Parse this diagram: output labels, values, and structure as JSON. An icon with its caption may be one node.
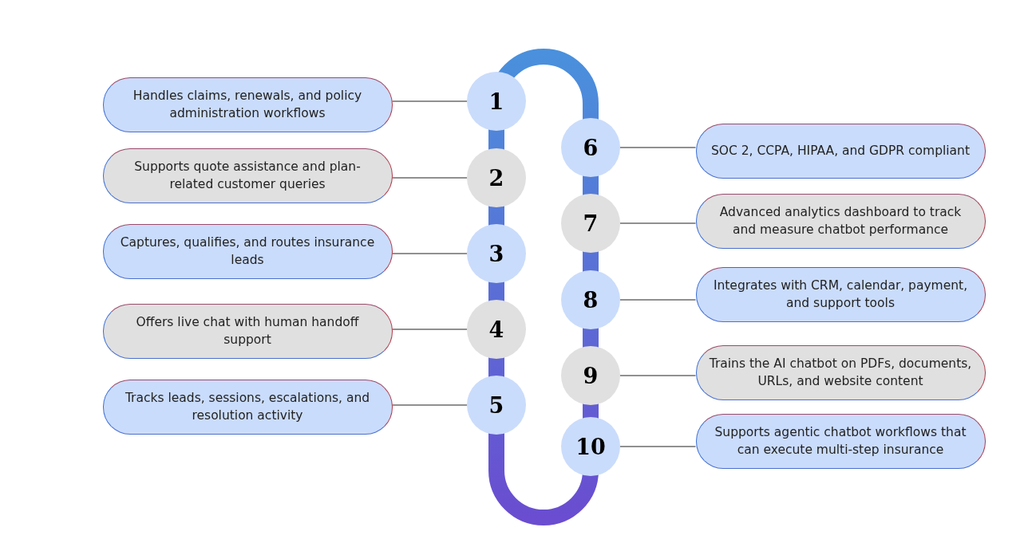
{
  "diagram": {
    "nodes": [
      {
        "text": [
          "1"
        ]
      },
      {
        "text": [
          "2"
        ]
      },
      {
        "text": [
          "3"
        ]
      },
      {
        "text": [
          "4"
        ]
      },
      {
        "text": [
          "5"
        ]
      },
      {
        "text": [
          "6"
        ]
      },
      {
        "text": [
          "7"
        ]
      },
      {
        "text": [
          "8"
        ]
      },
      {
        "text": [
          "9"
        ]
      },
      {
        "text": [
          "10"
        ]
      },
      {
        "text": [
          "Handles claims, renewals, and policy administration workflows"
        ]
      },
      {
        "text": [
          "Supports quote assistance and plan-related customer queries"
        ]
      },
      {
        "text": [
          "Captures, qualifies, and routes insurance leads"
        ]
      },
      {
        "text": [
          "Offers live chat with human handoff support"
        ]
      },
      {
        "text": [
          "Tracks leads, sessions, escalations, and resolution activity"
        ]
      },
      {
        "text": [
          "SOC 2, CCPA, HIPAA, and GDPR compliant"
        ]
      },
      {
        "text": [
          "Advanced analytics dashboard to track and measure chatbot performance"
        ]
      },
      {
        "text": [
          "Integrates with CRM, calendar, payment, and support tools"
        ]
      },
      {
        "text": [
          "Trains the AI chatbot on PDFs, documents, URLs, and website content"
        ]
      },
      {
        "text": [
          "Supports agentic chatbot workflows that can execute multi-step insurance"
        ]
      }
    ],
    "edges": [
      {
        "from": 0,
        "to": 10,
        "arrow": "none"
      },
      {
        "from": 1,
        "to": 11,
        "arrow": "none"
      },
      {
        "from": 2,
        "to": 12,
        "arrow": "none"
      },
      {
        "from": 3,
        "to": 13,
        "arrow": "none"
      },
      {
        "from": 4,
        "to": 14,
        "arrow": "none"
      },
      {
        "from": 5,
        "to": 15,
        "arrow": "none"
      },
      {
        "from": 6,
        "to": 16,
        "arrow": "none"
      },
      {
        "from": 7,
        "to": 17,
        "arrow": "none"
      },
      {
        "from": 8,
        "to": 18,
        "arrow": "none"
      },
      {
        "from": 9,
        "to": 19,
        "arrow": "none"
      }
    ]
  }
}
